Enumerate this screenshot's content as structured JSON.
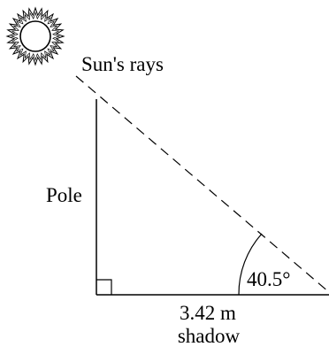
{
  "diagram": {
    "sun_rays_label": "Sun's rays",
    "pole_label": "Pole",
    "shadow_length_label": "3.42 m",
    "shadow_label": "shadow",
    "angle_label": "40.5°",
    "angle_degrees": 40.5,
    "line_color": "#000000",
    "sun_icon": "sun-icon"
  }
}
